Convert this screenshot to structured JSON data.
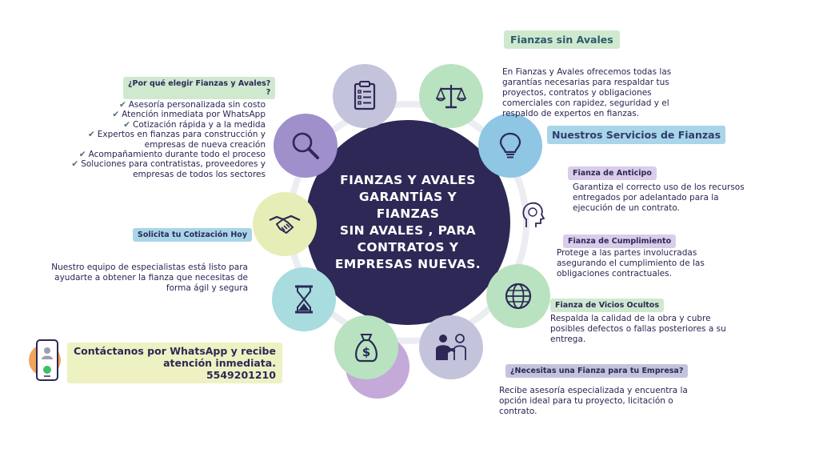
{
  "hub": {
    "title": "FIANZAS Y AVALES\nGARANTÍAS Y FIANZAS\nSIN AVALES , PARA\nCONTRATOS Y\nEMPRESAS NUEVAS."
  },
  "left": {
    "why_title": "¿Por qué elegir Fianzas y Avales?\n?",
    "why_items": [
      "Asesoría personalizada sin costo",
      "Atención inmediata por WhatsApp",
      "Cotización rápida y a la medida",
      "Expertos en fianzas para construcción y\nempresas de nueva creación",
      "Acompañamiento durante todo el proceso",
      "Soluciones para contratistas, proveedores y\nempresas de todos los sectores"
    ],
    "quote_title": "Solicita tu Cotización Hoy",
    "quote_text": "Nuestro equipo de especialistas está listo para\nayudarte a obtener la fianza que necesitas de\nforma ágil y segura",
    "contact_text": "Contáctanos por WhatsApp y recibe\natención inmediata.\n5549201210"
  },
  "right": {
    "sin_avales_title": "Fianzas sin Avales",
    "sin_avales_text": "En Fianzas y Avales ofrecemos todas las\ngarantías necesarias para respaldar tus\nproyectos, contratos y obligaciones\ncomerciales con rapidez, seguridad y el\nrespaldo de expertos en fianzas.",
    "servicios_title": "Nuestros Servicios de Fianzas",
    "anticipo_title": "Fianza de Anticipo",
    "anticipo_text": "Garantiza el correcto uso de los recursos\nentregados por adelantado para la\nejecución de un contrato.",
    "cumplimiento_title": "Fianza de Cumplimiento",
    "cumplimiento_text": "Protege a las partes involucradas\nasegurando el cumplimiento de las\nobligaciones contractuales.",
    "vicios_title": "Fianza de Vicios Ocultos",
    "vicios_text": "Respalda la calidad de la obra y cubre\nposibles defectos o fallas posteriores a su\nentrega.",
    "empresa_title": "¿Necesitas una Fianza para tu Empresa?",
    "empresa_text": "Recibe asesoría especializada y encuentra la\nopción ideal para tu proyecto, licitación o\ncontrato."
  },
  "colors": {
    "hub": "#2d2856",
    "green_tag": "#cfe9cf",
    "blue_tag": "#a9d5e8",
    "purple_tag": "#d9cdea",
    "yellow_tag": "#eef2c2",
    "node_lavender": "#c3c4dc",
    "node_green": "#b9e2c0",
    "node_blue": "#8ec6e3",
    "node_purple": "#9f8fcb",
    "node_yellow": "#e6edb6",
    "node_teal": "#a8dcdf",
    "node_orange": "#f2a35c"
  },
  "icons": [
    "clipboard-icon",
    "scale-icon",
    "lightbulb-icon",
    "search-icon",
    "handshake-icon",
    "head-profile-icon",
    "globe-icon",
    "hourglass-icon",
    "money-bag-icon",
    "meeting-icon",
    "phone-icon"
  ]
}
